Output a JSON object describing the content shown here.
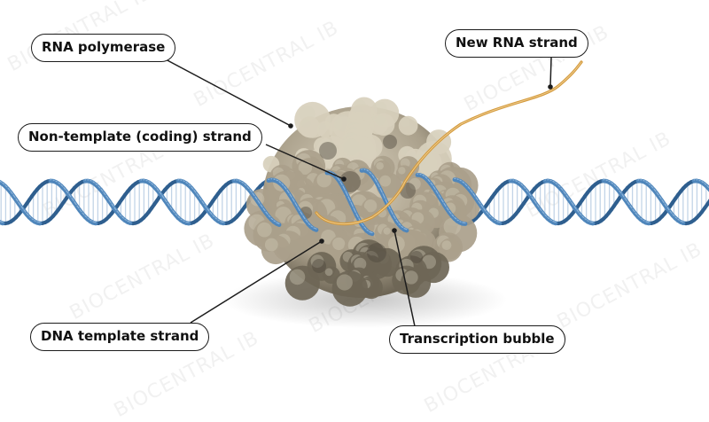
{
  "labels": {
    "rna_polymerase": "RNA polymerase",
    "non_template_strand": "Non-template (coding) strand",
    "new_rna_strand": "New RNA strand",
    "dna_template_strand": "DNA template strand",
    "transcription_bubble": "Transcription bubble"
  },
  "watermark": "BIOCENTRAL IB",
  "colors": {
    "dna_strand": "#4f86bb",
    "dna_strand_dark": "#2f5f8f",
    "base_pair": "#b8cde3",
    "rna_strand": "#d49a3c",
    "protein": "#aaa08b",
    "protein_dark": "#6e6656",
    "protein_light": "#d8d0bd",
    "leader_line": "#1c1c1c"
  }
}
